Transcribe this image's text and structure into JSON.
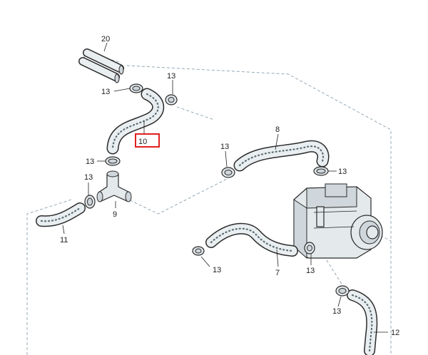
{
  "callouts": {
    "c20": "20",
    "c13a": "13",
    "c13b": "13",
    "c10": "10",
    "c13c": "13",
    "c13d": "13",
    "c9": "9",
    "c11": "11",
    "c13e": "13",
    "c8": "8",
    "c13f": "13",
    "c13g": "13",
    "c7": "7",
    "c13h": "13",
    "c13i": "13",
    "c12": "12"
  },
  "highlight": {
    "color": "#e02020",
    "part": "10"
  }
}
